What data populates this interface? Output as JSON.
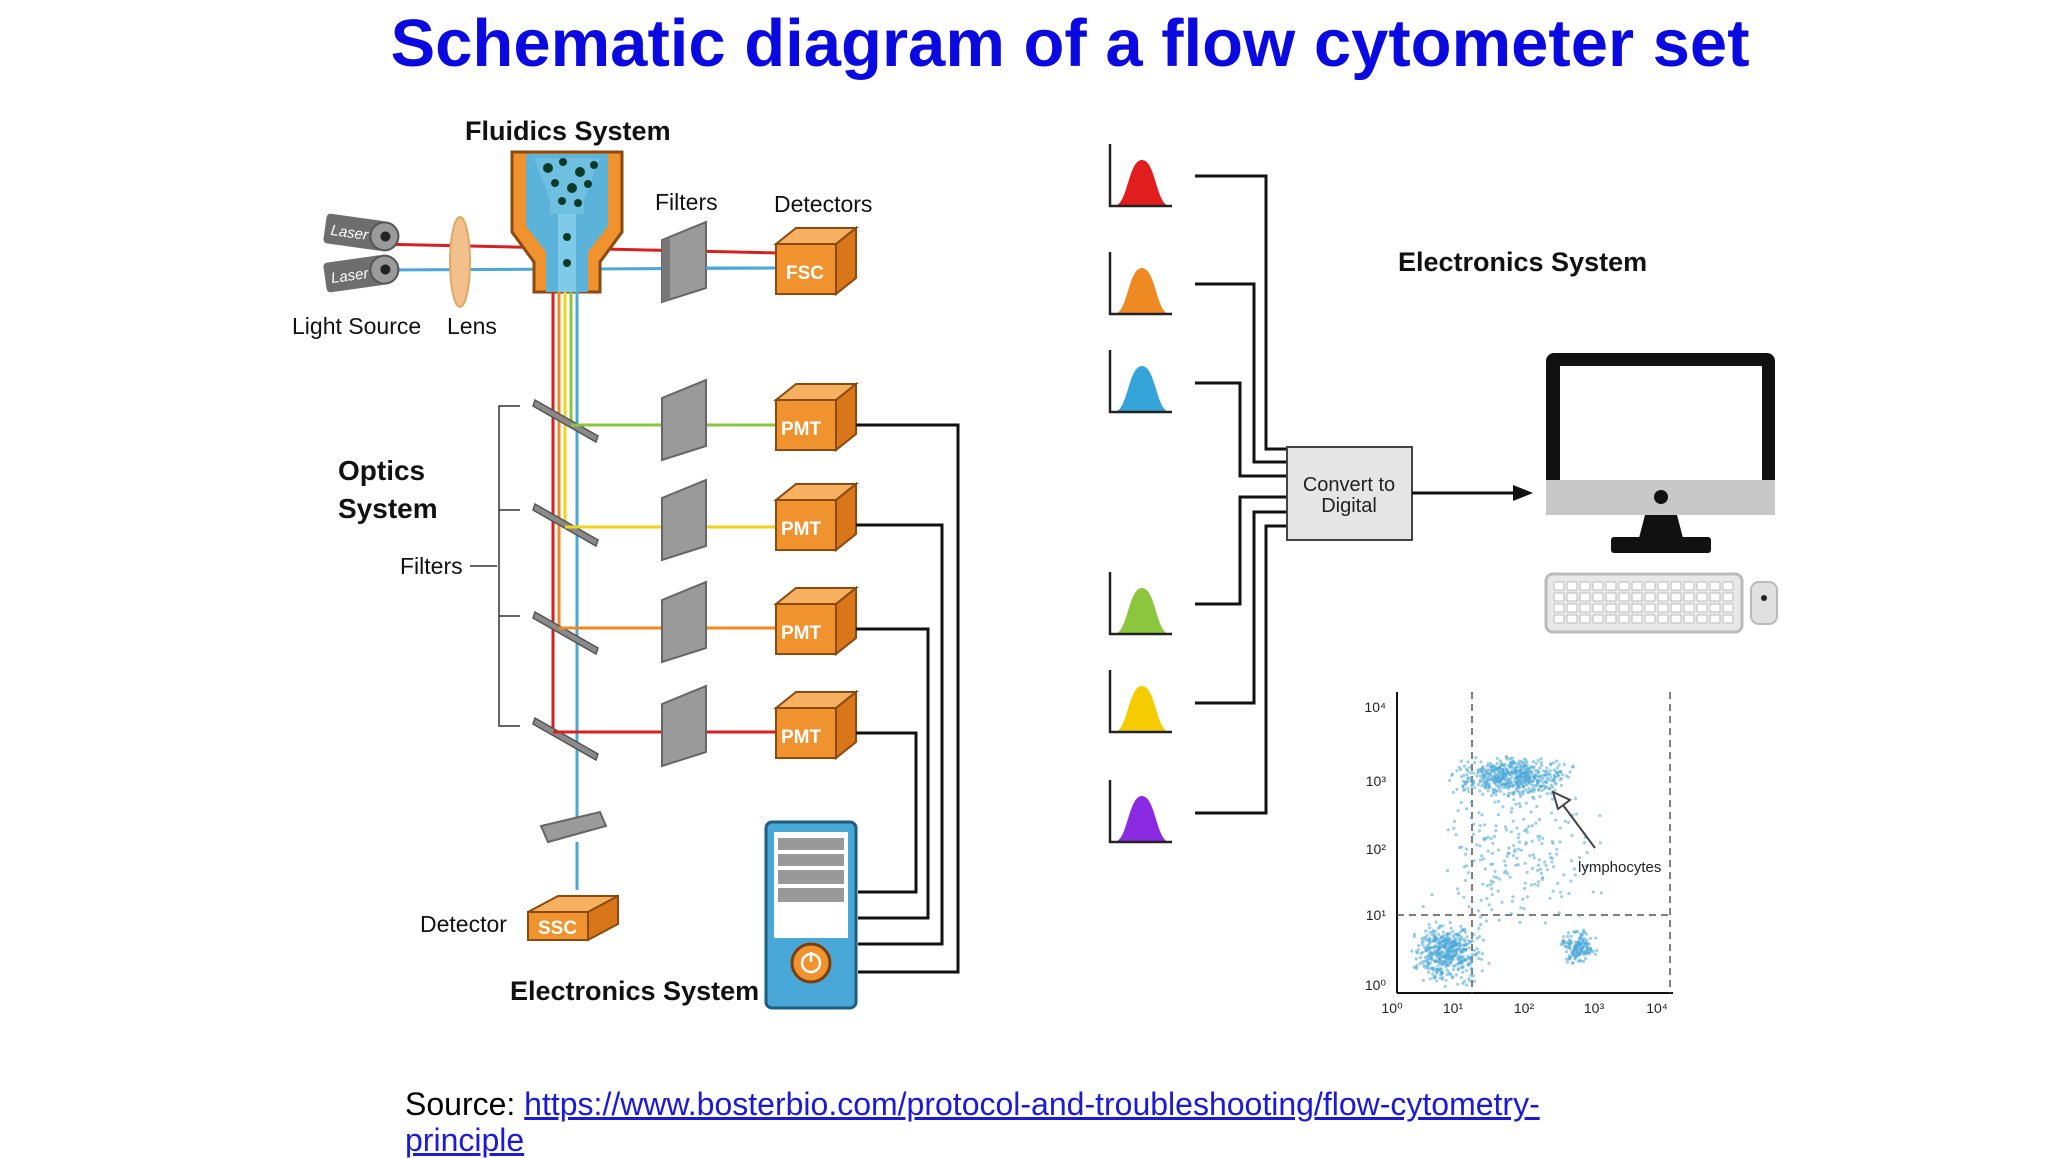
{
  "title": "Schematic diagram of a flow cytometer set",
  "fluidics": {
    "heading": "Fluidics System"
  },
  "light": {
    "laser_label": "Laser",
    "source_label": "Light Source",
    "lens_label": "Lens"
  },
  "top_row": {
    "filters_label": "Filters",
    "detectors_label": "Detectors",
    "fsc_label": "FSC"
  },
  "optics": {
    "heading_line1": "Optics",
    "heading_line2": "System",
    "filters_label": "Filters"
  },
  "pmt_label": "PMT",
  "side_detector": {
    "label": "Detector",
    "ssc_label": "SSC"
  },
  "electronics_left": {
    "heading": "Electronics System"
  },
  "electronics_right": {
    "heading": "Electronics System"
  },
  "converter": {
    "line1": "Convert to",
    "line2": "Digital"
  },
  "colors": {
    "title_blue": "#0a0ae0",
    "orange": "#f0922e",
    "laser_red": "#d82020",
    "laser_blue": "#4aa8d8",
    "green": "#8cc63f",
    "yellow": "#f2d21b",
    "computer_blue": "#4aa8d8"
  },
  "peaks": [
    {
      "color": "#e11d1d"
    },
    {
      "color": "#ef8a22"
    },
    {
      "color": "#34a4d9"
    },
    {
      "color": "#8cc63f"
    },
    {
      "color": "#f5cc00"
    },
    {
      "color": "#8a2be2"
    }
  ],
  "scatter_plot": {
    "x_ticks": [
      "10⁰",
      "10¹",
      "10²",
      "10³",
      "10⁴"
    ],
    "y_ticks": [
      "10⁴",
      "10³",
      "10²",
      "10¹",
      "10⁰"
    ],
    "annotation": "lymphocytes"
  },
  "source": {
    "prefix": "Source: ",
    "link_line1": "https://www.bosterbio.com/protocol-and-troubleshooting/flow-cytometry-",
    "link_line2": "principle"
  }
}
